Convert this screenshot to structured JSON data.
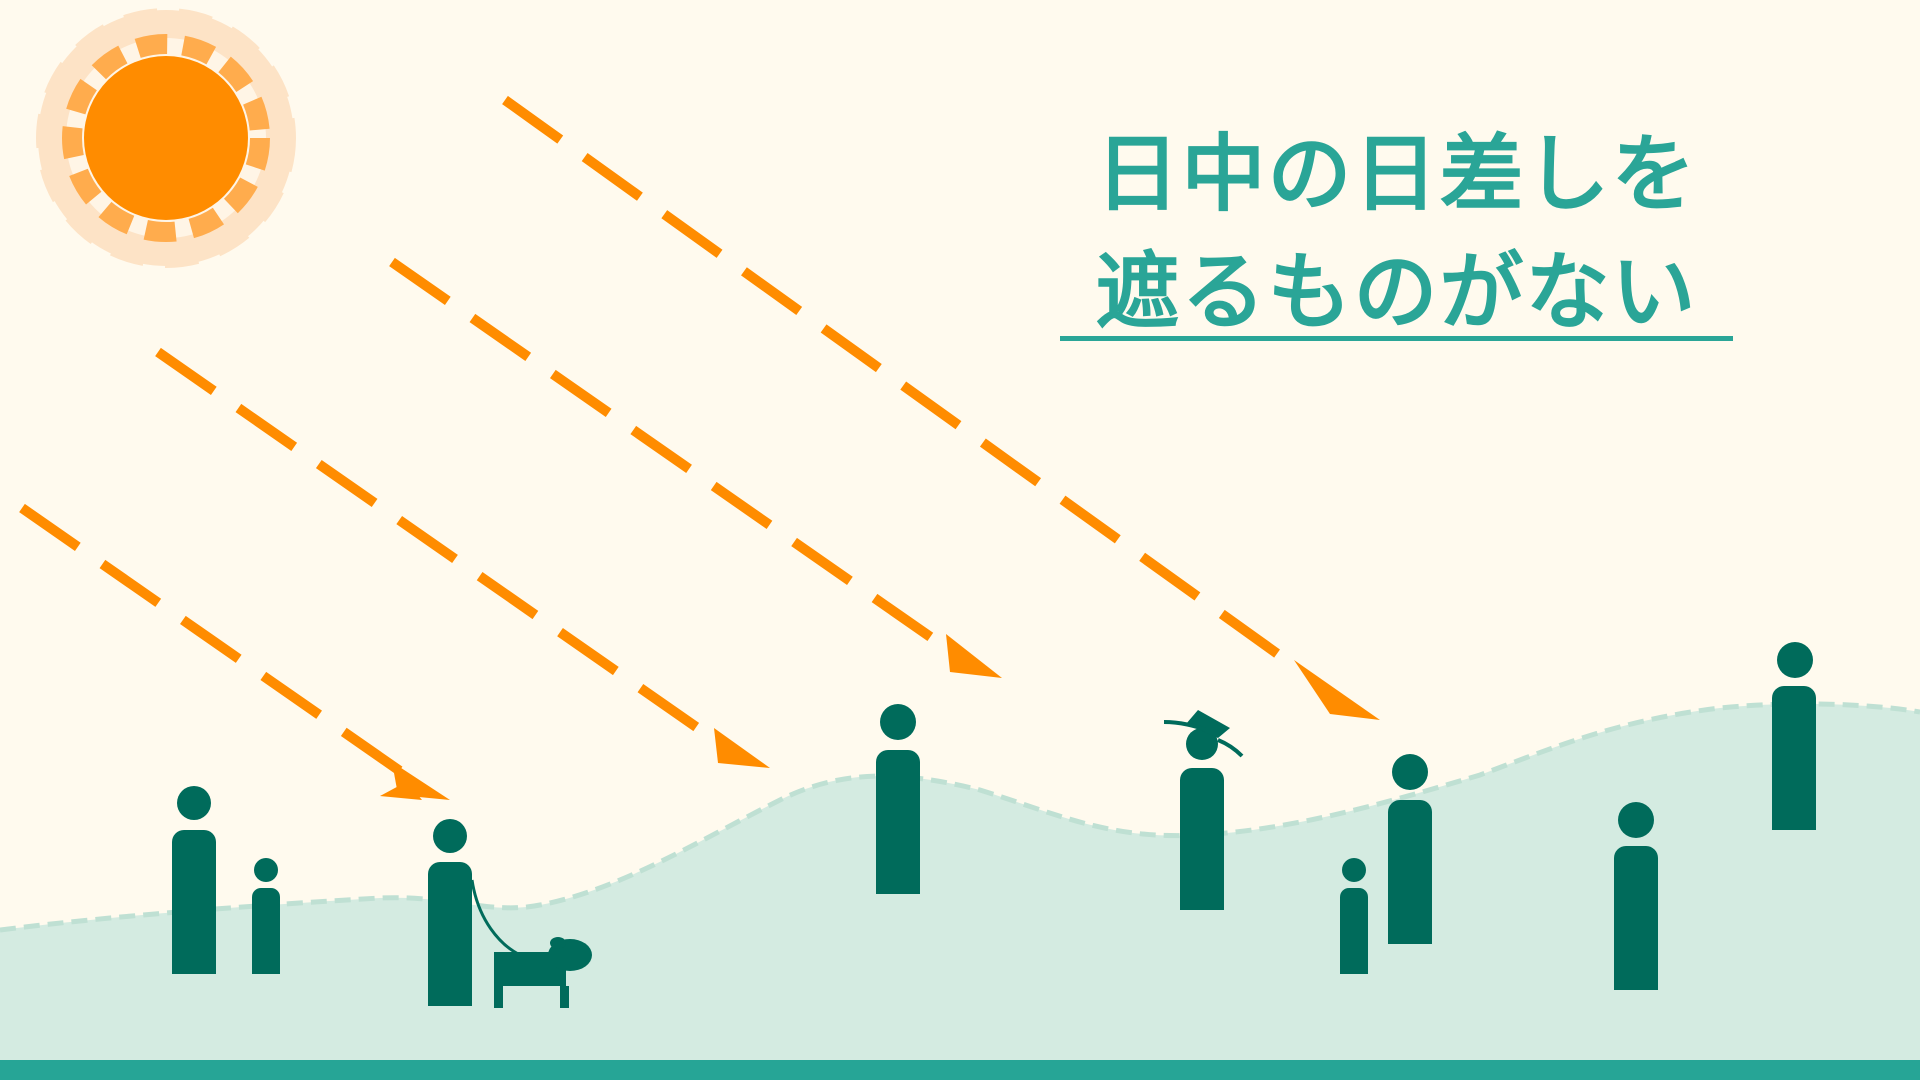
{
  "headline": {
    "line1": "日中の日差しを",
    "line2": "遮るものがない"
  },
  "colors": {
    "background": "#fffaee",
    "sun": "#ff8c00",
    "sun_glow": "#fde3c6",
    "sun_rays": "#ffac4d",
    "ground": "#d4ebe1",
    "ground_edge": "#bfe0d3",
    "people": "#006b5b",
    "accent_text": "#2aa597",
    "bottom_band": "#26a596",
    "sun_arrows": "#ff8c00"
  },
  "icons": {
    "sun": "sun-icon",
    "arrows": "dashed-sunlight-arrow",
    "people": "person-icon",
    "dog": "dog-icon"
  }
}
